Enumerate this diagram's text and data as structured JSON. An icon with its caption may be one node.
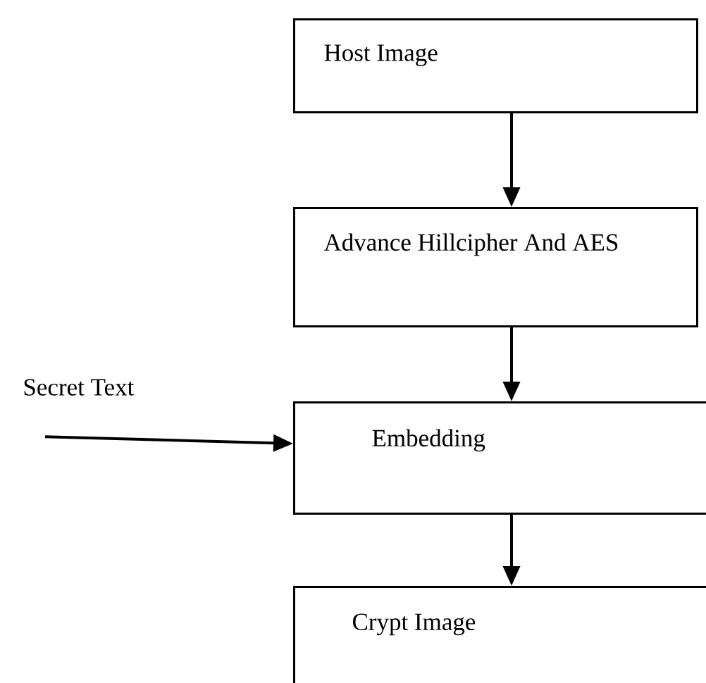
{
  "diagram": {
    "nodes": [
      {
        "text": [
          "Host Image"
        ]
      },
      {
        "text": [
          "Advance Hillcipher And  AES"
        ]
      },
      {
        "text": [
          "Embedding"
        ]
      },
      {
        "text": [
          "Crypt Image"
        ]
      },
      {
        "text": [
          "Secret Text"
        ]
      }
    ],
    "edges": [
      {
        "from": 0,
        "to": 1,
        "arrow": "to"
      },
      {
        "from": 1,
        "to": 2,
        "arrow": "to"
      },
      {
        "from": 2,
        "to": 3,
        "arrow": "to"
      },
      {
        "from": 4,
        "to": 2,
        "arrow": "to"
      }
    ]
  }
}
